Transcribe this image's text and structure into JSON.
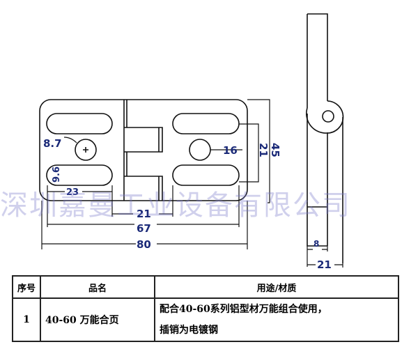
{
  "watermark": "深圳嘉曼工业设备有限公司",
  "dimensions": {
    "d8_7": "8.7",
    "d9_6": "9.6",
    "d23": "23",
    "d21_gap": "21",
    "d67": "67",
    "d80": "80",
    "d16": "16",
    "d21_v": "21",
    "d45": "45",
    "side_8": "8",
    "side_21": "21"
  },
  "table": {
    "headers": [
      "序号",
      "品名",
      "用途/材质"
    ],
    "rows": [
      {
        "no": "1",
        "name": "40-60 万能合页",
        "usage_line1": "配合40-60系列铝型材万能组合使用，",
        "usage_line2": "插销为电镀钢"
      }
    ]
  }
}
